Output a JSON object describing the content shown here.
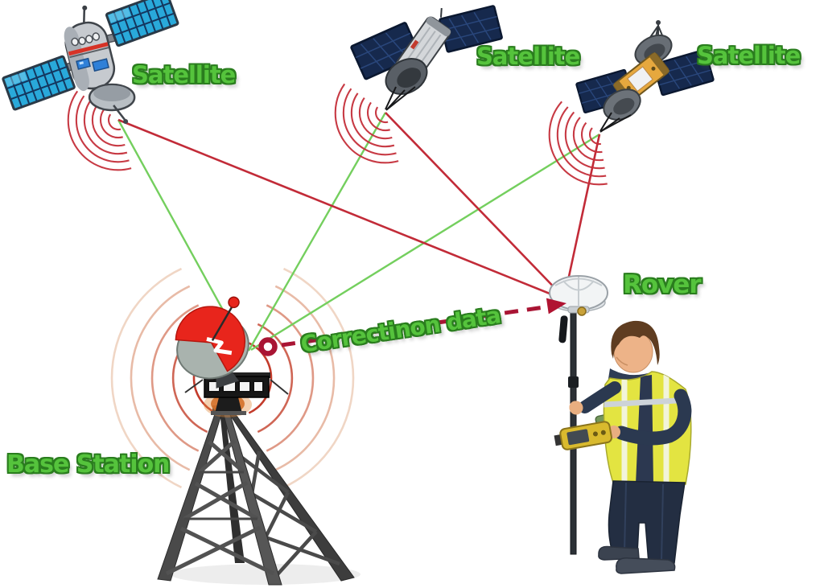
{
  "diagram": {
    "type": "rtk-gps-surveying-diagram",
    "labels": {
      "satellite_1": "Satellite",
      "satellite_2": "Satellite",
      "satellite_3": "Satellite",
      "base_station": "Base Station",
      "rover": "Rover",
      "correction_data": "Correctinon data"
    },
    "colors": {
      "background": "#ffffff",
      "label_green": "#55c33c",
      "label_outline_green": "#2a7d1e",
      "signal_line_green": "#74cf5e",
      "signal_line_red": "#c22b38",
      "correction_dashed_red": "#a91534",
      "radio_wave_red": "#c5303a",
      "base_dish_red": "#e8251c",
      "vest_yellow": "#e3e441",
      "solar_panel_blue": "#29a9da",
      "solar_panel_navy": "#16294d"
    },
    "icons": {
      "satellite_1": "cartoon-satellite-icon",
      "satellite_2": "satellite-with-dish-icon",
      "satellite_3": "dual-dish-satellite-icon",
      "base_station": "radio-tower-with-red-dish-icon",
      "radio_waves": "radio-wave-arcs-icon",
      "correction_link": "dashed-arrow-icon",
      "rover": "gnss-rover-pole-icon",
      "surveyor": "surveyor-person-icon"
    }
  }
}
